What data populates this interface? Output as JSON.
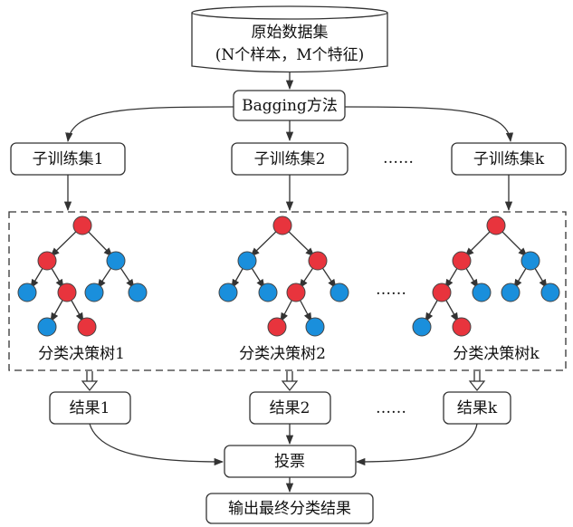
{
  "source": {
    "line1": "原始数据集",
    "line2": "(N个样本，M个特征)"
  },
  "method": {
    "label": "Bagging方法"
  },
  "subsets": [
    "子训练集1",
    "子训练集2",
    "子训练集k"
  ],
  "trees": [
    "分类决策树1",
    "分类决策树2",
    "分类决策树k"
  ],
  "results": [
    "结果1",
    "结果2",
    "结果k"
  ],
  "ellipsis": "……",
  "vote": {
    "label": "投票"
  },
  "output": {
    "label": "输出最终分类结果"
  },
  "colors": {
    "node_red": "#e8343d",
    "node_blue": "#1a8fdc",
    "line": "#333333"
  }
}
